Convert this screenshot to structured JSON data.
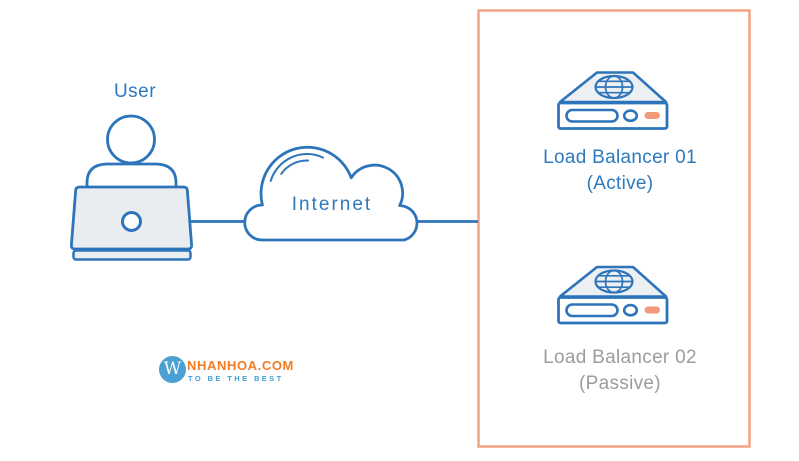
{
  "nodes": {
    "user": {
      "label": "User"
    },
    "internet": {
      "label": "Internet"
    },
    "lb1": {
      "name": "Load Balancer 01",
      "state": "(Active)"
    },
    "lb2": {
      "name": "Load Balancer 02",
      "state": "(Passive)"
    }
  },
  "logo": {
    "monogram": "W",
    "brand": "NHANHOA.COM",
    "tagline": "TO BE THE BEST"
  },
  "colors": {
    "stroke_blue": "#2d74ba",
    "text_blue": "#2d79bf",
    "text_gray": "#9c9c9c",
    "box_border_orange": "#f3a284",
    "led_orange": "#f2997a",
    "logo_orange": "#f47b20",
    "logo_blue": "#4aa0d2",
    "icon_fill_gray": "#edf0f2"
  }
}
